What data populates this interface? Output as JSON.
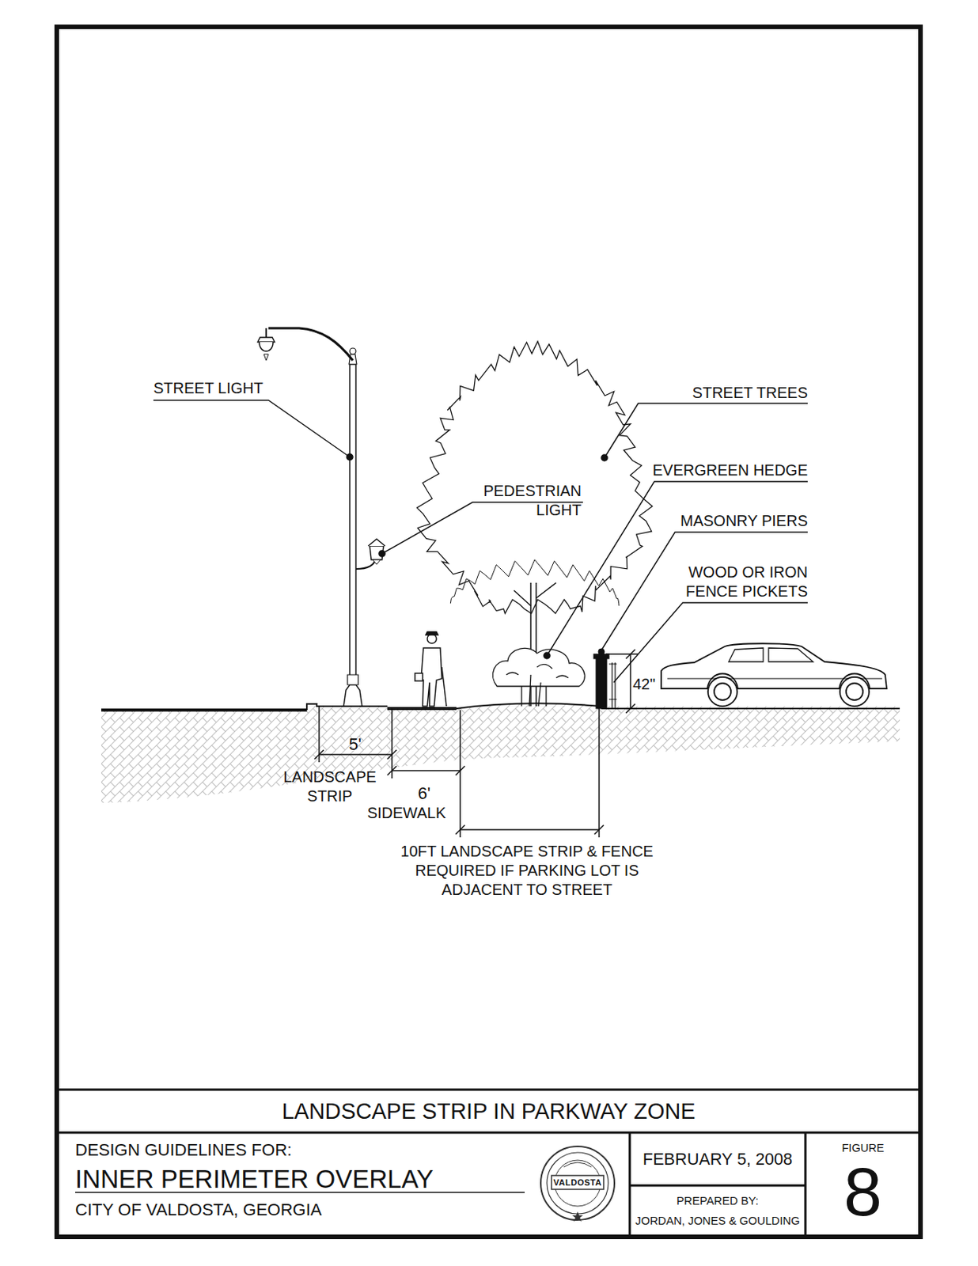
{
  "diagram": {
    "nodes": [
      {
        "text": [
          "LANDSCAPE STRIP IN PARKWAY ZONE"
        ]
      },
      {
        "text": [
          "DESIGN GUIDELINES FOR:",
          "INNER PERIMETER OVERLAY",
          "CITY OF VALDOSTA, GEORGIA"
        ]
      },
      {
        "text": [
          "FEBRUARY 5, 2008"
        ]
      },
      {
        "text": [
          "PREPARED BY:",
          "JORDAN, JONES & GOULDING"
        ]
      },
      {
        "text": [
          "FIGURE",
          "8"
        ]
      }
    ],
    "edges": [],
    "labels": [
      "STREET LIGHT",
      "PEDESTRIAN LIGHT",
      "STREET TREES",
      "EVERGREEN HEDGE",
      "MASONRY PIERS",
      "WOOD OR IRON FENCE PICKETS",
      "42\"",
      "5'",
      "LANDSCAPE STRIP",
      "6'",
      "SIDEWALK",
      "10FT LANDSCAPE STRIP & FENCE REQUIRED IF PARKING LOT IS ADJACENT TO STREET",
      "VALDOSTA"
    ]
  }
}
